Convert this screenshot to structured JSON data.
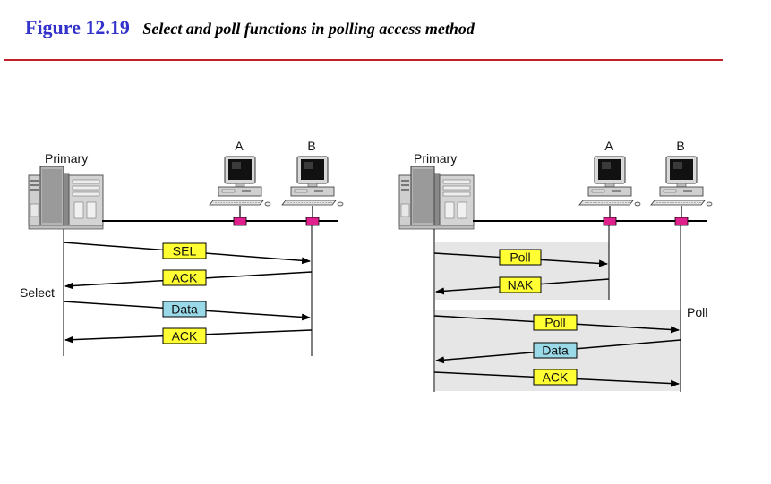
{
  "figure": {
    "number": "Figure 12.19",
    "caption": "Select and poll functions in polling access method"
  },
  "colors": {
    "title_blue": "#3333cc",
    "rule_red": "#c0202a",
    "box_yellow": "#ffff33",
    "box_blue": "#99d9e8",
    "connector_pink": "#e0208c",
    "shade": "#e6e6e6"
  },
  "select_panel": {
    "primary_label": "Primary",
    "station_a_label": "A",
    "station_b_label": "B",
    "side_label": "Select",
    "messages": [
      "SEL",
      "ACK",
      "Data",
      "ACK"
    ]
  },
  "poll_panel": {
    "primary_label": "Primary",
    "station_a_label": "A",
    "station_b_label": "B",
    "side_label": "Poll",
    "messages": [
      "Poll",
      "NAK",
      "Poll",
      "Data",
      "ACK"
    ]
  },
  "icons": [
    "server-icon",
    "computer-icon"
  ]
}
